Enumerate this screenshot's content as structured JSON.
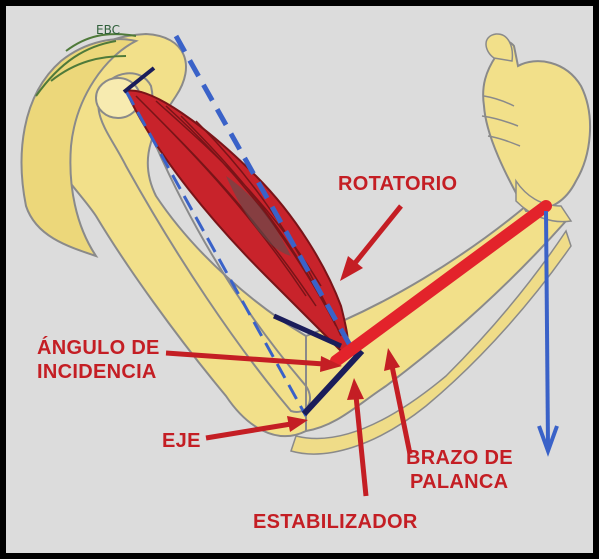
{
  "labels": {
    "rotatorio": "ROTATORIO",
    "angulo_line1": "ÁNGULO DE",
    "angulo_line2": "INCIDENCIA",
    "eje": "EJE",
    "brazo_line1": "BRAZO DE",
    "brazo_line2": "PALANCA",
    "estabilizador": "ESTABILIZADOR"
  },
  "scribble_text": "EBC",
  "colors": {
    "background": "#dcdcdc",
    "frame": "#000000",
    "skin": "#f2e08a",
    "skin_shade": "#d9c45a",
    "muscle": "#c8232b",
    "muscle_dark": "#7a1418",
    "label_red": "#c41e24",
    "lever_red": "#e3232b",
    "force_blue": "#3a62c8",
    "dark_navy": "#1a1d5a",
    "outline": "#8a8a8a",
    "vein_green": "#4f7a3a"
  }
}
